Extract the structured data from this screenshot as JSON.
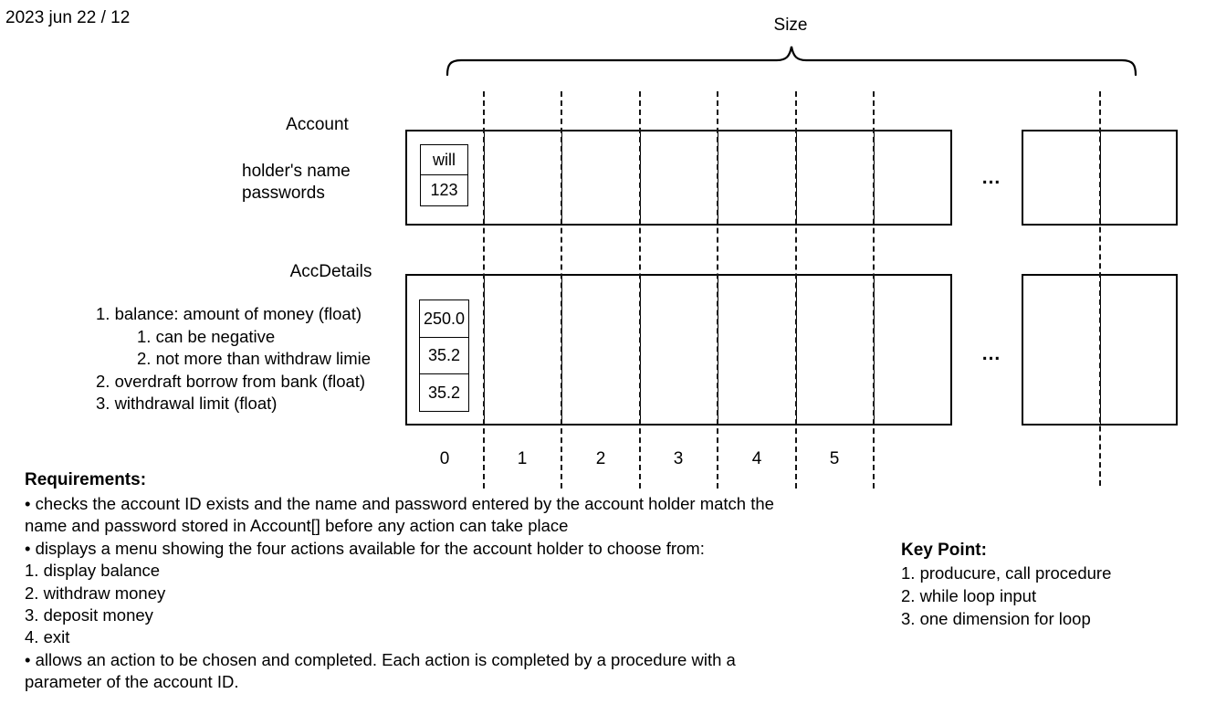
{
  "page": {
    "date_label": "2023 jun 22 / 12"
  },
  "diagram": {
    "size_label": "Size",
    "ellipsis": "...",
    "account": {
      "title": "Account",
      "row_labels": [
        "holder's name",
        "passwords"
      ],
      "first_cell": [
        "will",
        "123"
      ]
    },
    "acc_details": {
      "title": "AccDetails",
      "notes": [
        {
          "text": "1. balance: amount of money (float)"
        },
        {
          "text": "1. can be negative"
        },
        {
          "text": "2. not more than withdraw limie"
        },
        {
          "text": "2. overdraft borrow from bank (float)"
        },
        {
          "text": "3. withdrawal limit (float)"
        }
      ],
      "first_cell": [
        "250.0",
        "35.2",
        "35.2"
      ]
    },
    "indices": [
      "0",
      "1",
      "2",
      "3",
      "4",
      "5"
    ]
  },
  "requirements": {
    "heading": "Requirements:",
    "lines": [
      "• checks the account ID exists and the name and password entered by the account holder match the",
      "name and password stored in Account[] before any action can take place",
      "• displays a menu showing the four actions available for the account holder to choose from:",
      "1. display balance",
      "2. withdraw money",
      "3. deposit money",
      "4. exit",
      "• allows an action to be chosen and completed. Each action is completed by a procedure with a",
      "parameter of the account ID."
    ]
  },
  "key_point": {
    "heading": "Key Point:",
    "items": [
      "1. producure, call procedure",
      "2. while loop input",
      "3. one dimension for loop"
    ]
  }
}
